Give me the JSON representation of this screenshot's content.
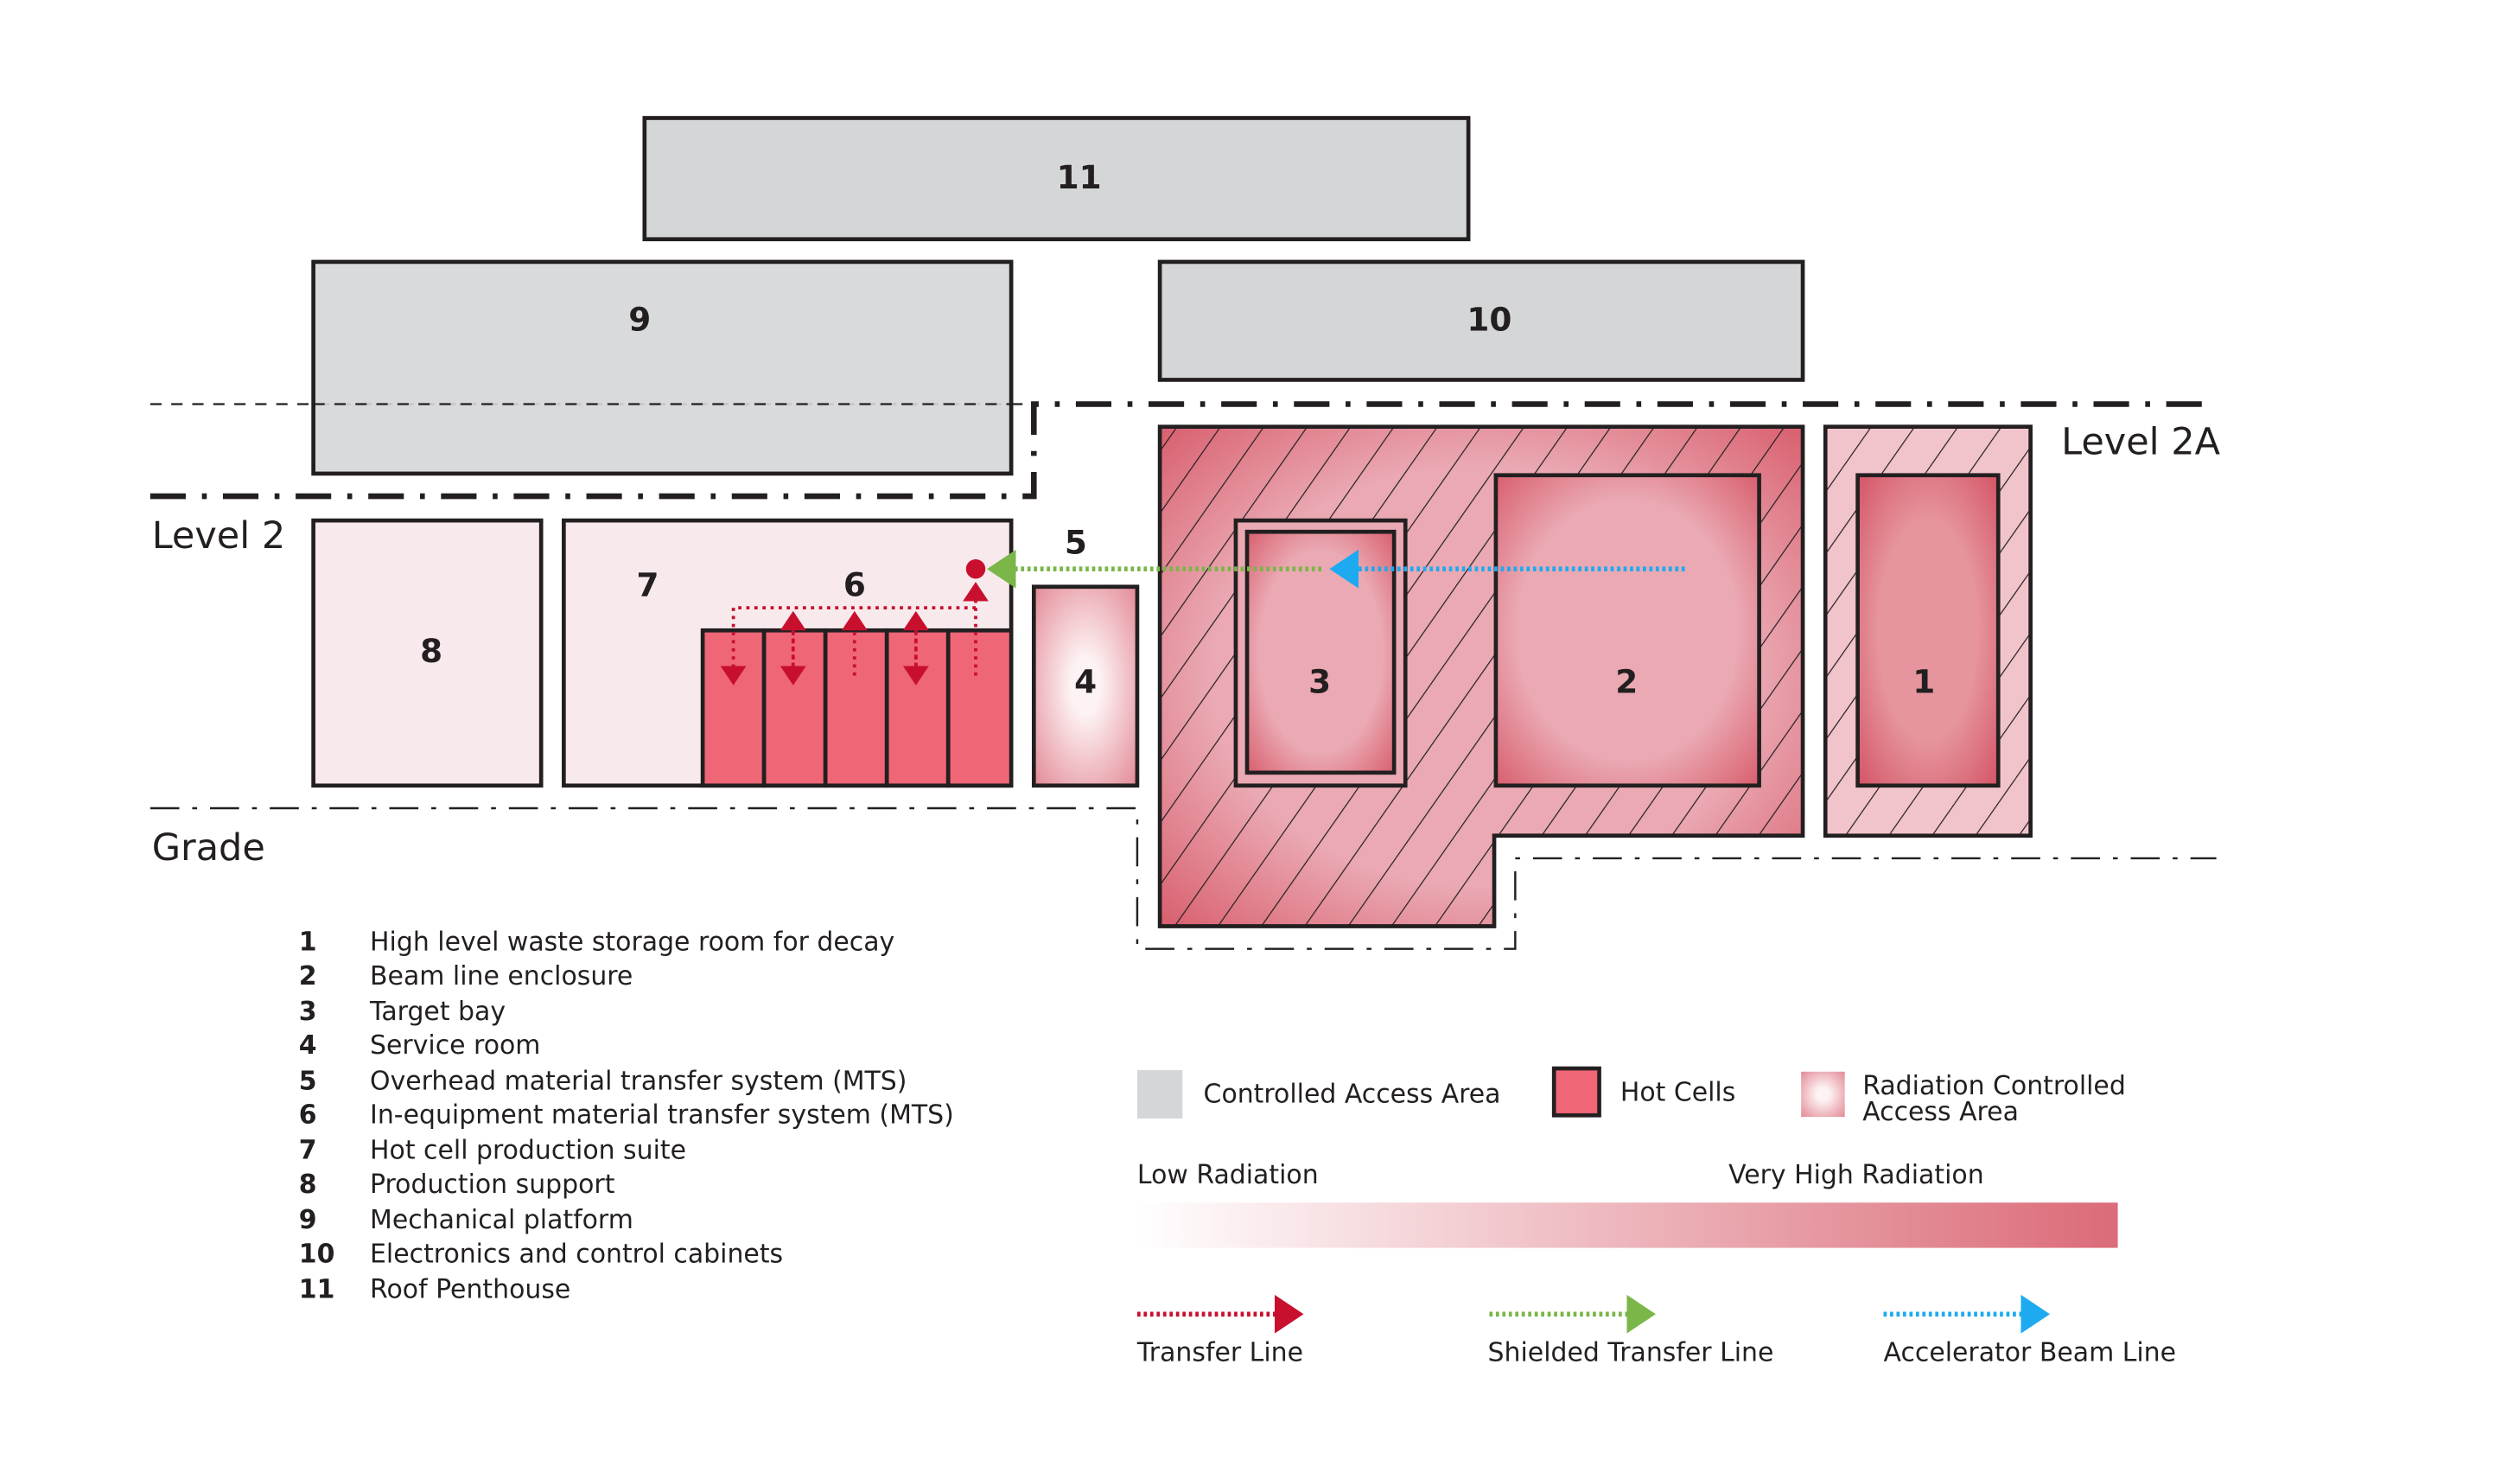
{
  "rooms": {
    "r1": "1",
    "r2": "2",
    "r3": "3",
    "r4": "4",
    "r5": "5",
    "r6": "6",
    "r7": "7",
    "r8": "8",
    "r9": "9",
    "r10": "10",
    "r11": "11"
  },
  "levels": {
    "level2": "Level 2",
    "level2a": "Level 2A",
    "grade": "Grade"
  },
  "key": [
    {
      "n": "1",
      "label": "High level waste storage room for decay"
    },
    {
      "n": "2",
      "label": "Beam line enclosure"
    },
    {
      "n": "3",
      "label": "Target bay"
    },
    {
      "n": "4",
      "label": "Service room"
    },
    {
      "n": "5",
      "label": "Overhead material transfer system (MTS)"
    },
    {
      "n": "6",
      "label": "In-equipment material transfer system (MTS)"
    },
    {
      "n": "7",
      "label": "Hot cell production suite"
    },
    {
      "n": "8",
      "label": "Production support"
    },
    {
      "n": "9",
      "label": "Mechanical platform"
    },
    {
      "n": "10",
      "label": "Electronics and control cabinets"
    },
    {
      "n": "11",
      "label": "Roof Penthouse"
    }
  ],
  "legend": {
    "controlled_access": "Controlled Access Area",
    "hot_cells": "Hot Cells",
    "radiation_controlled_1": "Radiation Controlled",
    "radiation_controlled_2": "Access Area",
    "low_radiation": "Low Radiation",
    "very_high_radiation": "Very High Radiation",
    "transfer_line": "Transfer Line",
    "shielded_transfer_line": "Shielded Transfer Line",
    "accelerator_beam_line": "Accelerator Beam Line"
  },
  "colors": {
    "grey": "#d5d6d8",
    "hot": "#ef6677",
    "pink_light": "#f8eaec",
    "pink_mid": "#eaa9b3",
    "red_line": "#c8102e",
    "green_line": "#7ab648",
    "blue_line": "#1eaaf1"
  }
}
